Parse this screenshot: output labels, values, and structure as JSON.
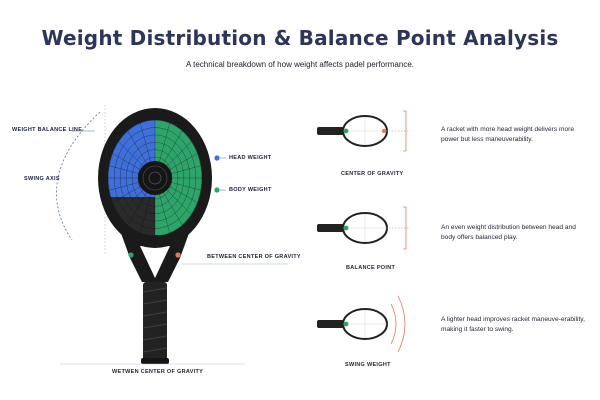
{
  "title": "Weight Distribution & Balance Point Analysis",
  "subtitle": "A technical breakdown of how weight affects padel performance.",
  "main_diagram": {
    "labels": {
      "weight_balance_line": "WEIGHT BALANCE LINE",
      "swing_axis": "SWING AXIS",
      "head_weight": "HEAD WEIGHT",
      "body_weight": "BODY WEIGHT",
      "between_cog": "BETWEEN CENTER OF GRAVITY",
      "bottom": "WETWEN CENTER OF GRAVITY"
    },
    "colors": {
      "head_zone": "#3f6fd8",
      "body_zone": "#2fa46a",
      "frame": "#1a1a1a",
      "grip": "#222222",
      "guide_line": "#5b6fa8",
      "balance_line": "#b0c4de"
    }
  },
  "panels": [
    {
      "label": "CENTER OF GRAVITY",
      "description": "A racket with more head weight delivers more power but less maneuverability.",
      "bracket_color": "#e07a5f"
    },
    {
      "label": "BALANCE POINT",
      "description": "An even weight distribution between head and body offers balanced play.",
      "bracket_color": "#e07a5f"
    },
    {
      "label": "SWING WEIGHT",
      "description": "A lighter head improves racket maneuve-erability, making it faster to swing.",
      "bracket_color": "#e07a5f"
    }
  ]
}
